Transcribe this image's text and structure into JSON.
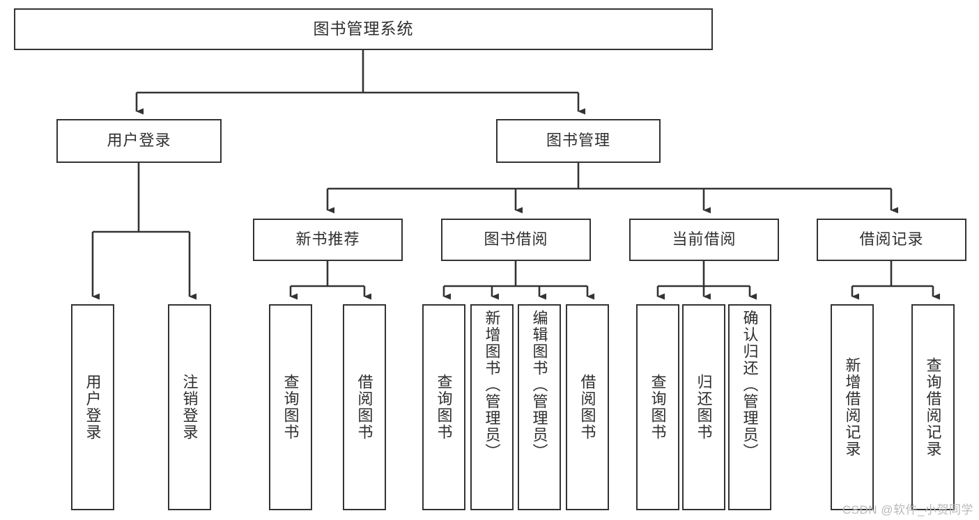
{
  "diagram": {
    "title": "图书管理系统",
    "type": "tree-hierarchy-chart",
    "root": {
      "label": "图书管理系统"
    },
    "level2": [
      {
        "label": "用户登录"
      },
      {
        "label": "图书管理"
      }
    ],
    "level3": [
      {
        "label": "新书推荐"
      },
      {
        "label": "图书借阅"
      },
      {
        "label": "当前借阅"
      },
      {
        "label": "借阅记录"
      }
    ],
    "leaves": [
      {
        "label": "用户登录",
        "parent": "用户登录"
      },
      {
        "label": "注销登录",
        "parent": "用户登录"
      },
      {
        "label": "查询图书",
        "parent": "新书推荐"
      },
      {
        "label": "借阅图书",
        "parent": "新书推荐"
      },
      {
        "label": "查询图书",
        "parent": "图书借阅"
      },
      {
        "label": "新增图书（管理员）",
        "parent": "图书借阅"
      },
      {
        "label": "编辑图书（管理员）",
        "parent": "图书借阅"
      },
      {
        "label": "借阅图书",
        "parent": "图书借阅"
      },
      {
        "label": "查询图书",
        "parent": "当前借阅"
      },
      {
        "label": "归还图书",
        "parent": "当前借阅"
      },
      {
        "label": "确认归还（管理员）",
        "parent": "当前借阅"
      },
      {
        "label": "新增借阅记录",
        "parent": "借阅记录"
      },
      {
        "label": "查询借阅记录",
        "parent": "借阅记录"
      }
    ]
  },
  "watermark": {
    "text": "CSDN @软件_小贺同学"
  },
  "colors": {
    "background": "#ffffff",
    "box_border": "#333333",
    "box_fill": "#ffffff",
    "text": "#2e2e2e",
    "connector": "#333333",
    "watermark": "#b9b9b9"
  }
}
